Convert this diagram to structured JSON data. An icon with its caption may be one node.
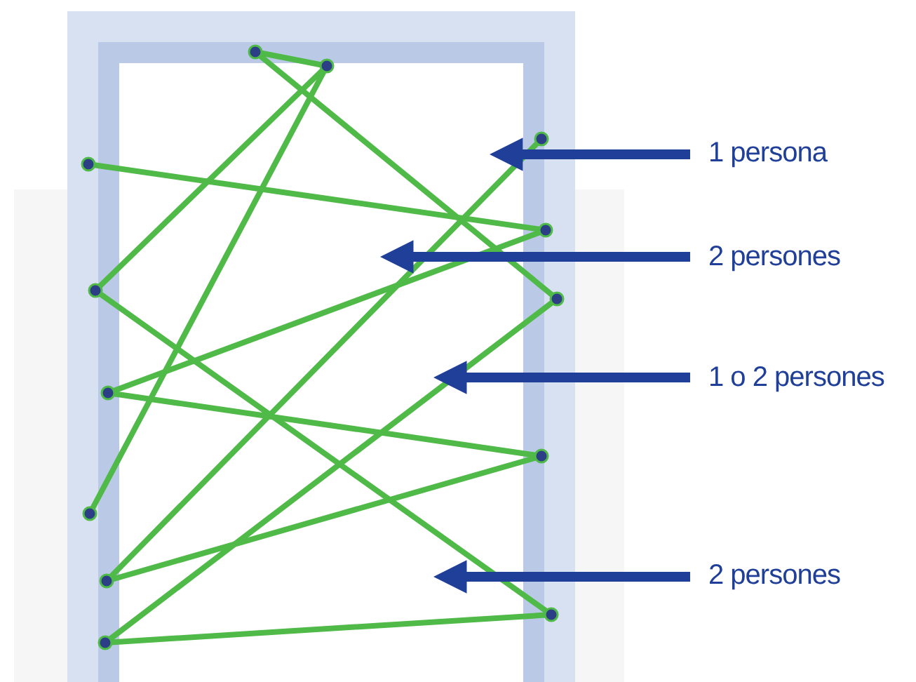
{
  "diagram": {
    "nodes": [
      {
        "text": [
          "1 persona"
        ]
      },
      {
        "text": [
          "2 persones"
        ]
      },
      {
        "text": [
          "1 o 2 persones"
        ]
      },
      {
        "text": [
          "2 persones"
        ]
      }
    ],
    "edges": [
      {
        "from": 0,
        "to": null,
        "arrow": "to"
      },
      {
        "from": 1,
        "to": null,
        "arrow": "to"
      },
      {
        "from": 2,
        "to": null,
        "arrow": "to"
      },
      {
        "from": 3,
        "to": null,
        "arrow": "to"
      }
    ]
  }
}
